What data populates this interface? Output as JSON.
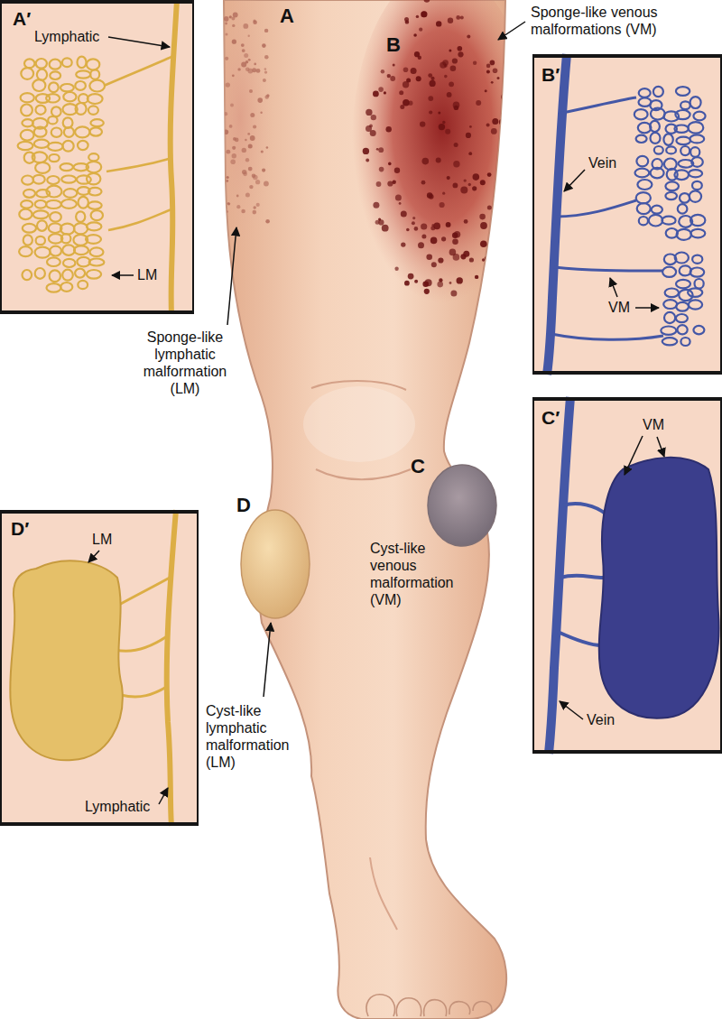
{
  "diagram": {
    "nodes": [
      {
        "text": [
          "A′",
          "Lymphatic",
          "LM"
        ]
      },
      {
        "text": [
          "B′",
          "Vein",
          "VM"
        ]
      },
      {
        "text": [
          "C′",
          "VM",
          "Vein"
        ]
      },
      {
        "text": [
          "D′",
          "LM",
          "Lymphatic"
        ]
      }
    ],
    "labels": [
      "A",
      "B",
      "Sponge-like venous malformations (VM)",
      "Sponge-like lymphatic malformation (LM)",
      "C",
      "D",
      "Cyst-like venous malformation (VM)",
      "Cyst-like lymphatic malformation (LM)"
    ]
  }
}
